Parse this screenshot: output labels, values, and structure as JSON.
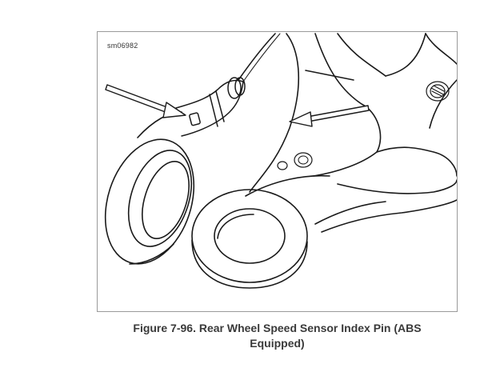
{
  "figure": {
    "id_label": "sm06982",
    "caption_line1": "Figure 7-96. Rear Wheel Speed Sensor Index Pin (ABS",
    "caption_line2": "Equipped)"
  }
}
